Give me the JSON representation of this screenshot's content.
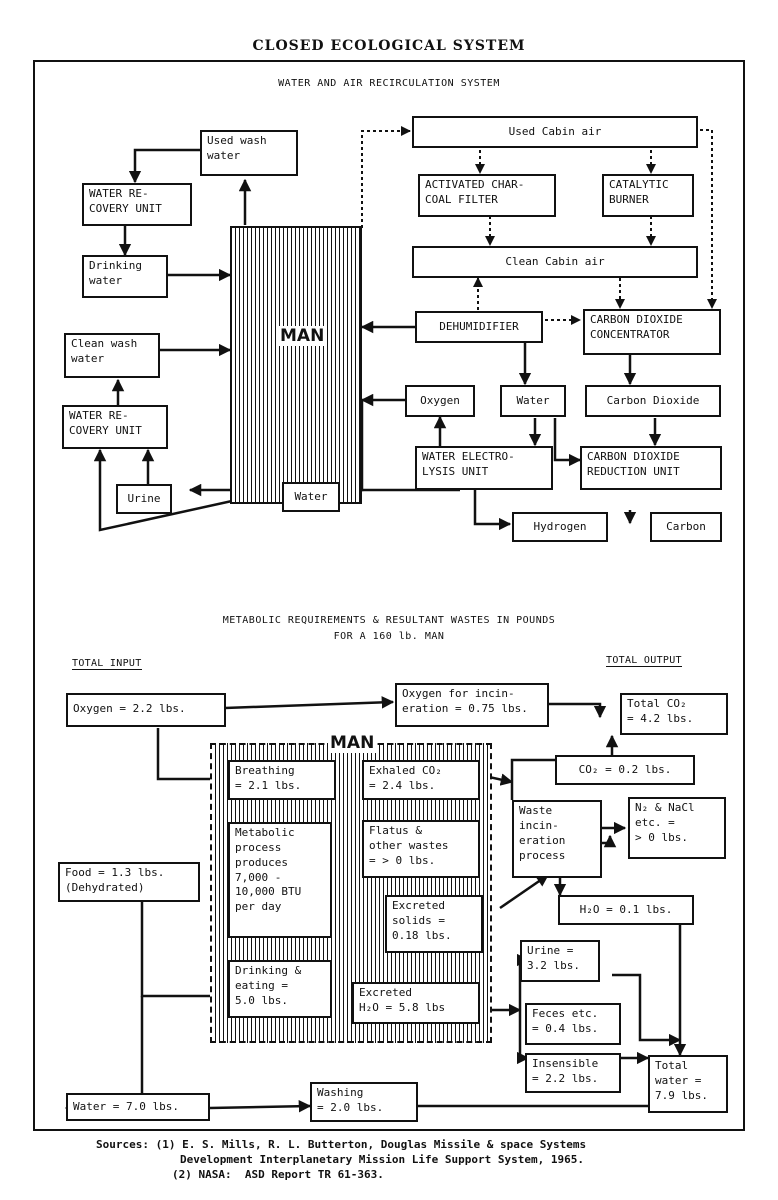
{
  "title": "CLOSED ECOLOGICAL SYSTEM",
  "top_section": {
    "heading": "WATER AND AIR RECIRCULATION SYSTEM",
    "man": "MAN",
    "boxes": {
      "used_wash_water": "Used wash\nwater",
      "water_recovery_1": "WATER RE-\nCOVERY UNIT",
      "drinking_water": "Drinking\nwater",
      "clean_wash_water": "Clean wash\nwater",
      "water_recovery_2": "WATER RE-\nCOVERY UNIT",
      "urine": "Urine",
      "water_bottom": "Water",
      "used_cabin_air": "Used Cabin air",
      "activated_charcoal": "ACTIVATED CHAR-\nCOAL FILTER",
      "catalytic_burner": "CATALYTIC\nBURNER",
      "clean_cabin_air": "Clean Cabin air",
      "dehumidifier": "DEHUMIDIFIER",
      "co2_concentrator": "CARBON DIOXIDE\nCONCENTRATOR",
      "oxygen": "Oxygen",
      "water_mid": "Water",
      "carbon_dioxide": "Carbon Dioxide",
      "electrolysis": "WATER ELECTRO-\nLYSIS UNIT",
      "co2_reduction": "CARBON DIOXIDE\nREDUCTION UNIT",
      "hydrogen": "Hydrogen",
      "carbon": "Carbon"
    }
  },
  "bottom_section": {
    "heading_line1": "METABOLIC REQUIREMENTS & RESULTANT WASTES IN POUNDS",
    "heading_line2": "FOR A 160 lb. MAN",
    "total_input": "TOTAL INPUT",
    "total_output": "TOTAL OUTPUT",
    "man": "MAN",
    "boxes": {
      "oxygen": "Oxygen = 2.2 lbs.",
      "oxygen_incineration": "Oxygen for incin-\neration = 0.75 lbs.",
      "total_co2": "Total CO₂\n= 4.2 lbs.",
      "breathing": "Breathing\n= 2.1 lbs.",
      "exhaled_co2": "Exhaled CO₂\n= 2.4 lbs.",
      "co2_small": "CO₂ = 0.2 lbs.",
      "metabolic": "Metabolic\nprocess\nproduces\n7,000 -\n10,000 BTU\nper day",
      "flatus": "Flatus &\nother wastes\n= > 0 lbs.",
      "waste_incineration": "Waste\nincin-\neration\nprocess",
      "n2_nacl": "N₂ & NaCl\netc. =\n> 0 lbs.",
      "food": "Food = 1.3 lbs.\n(Dehydrated)",
      "excreted_solids": "Excreted\nsolids =\n0.18 lbs.",
      "h2o_small": "H₂O = 0.1 lbs.",
      "drinking_eating": "Drinking &\neating =\n5.0 lbs.",
      "excreted_h2o": "Excreted\nH₂O = 5.8 lbs",
      "urine": "Urine =\n3.2 lbs.",
      "feces": "Feces etc.\n= 0.4 lbs.",
      "insensible": "Insensible\n= 2.2 lbs.",
      "total_water": "Total\nwater =\n7.9 lbs.",
      "water_input": "Water = 7.0 lbs.",
      "washing": "Washing\n= 2.0 lbs."
    }
  },
  "sources": {
    "line1": "Sources: (1) E. S. Mills, R. L. Butterton, Douglas Missile & space Systems",
    "line2": "Development Interplanetary Mission Life Support System, 1965.",
    "line3": "(2) NASA:  ASD Report TR 61-363."
  }
}
